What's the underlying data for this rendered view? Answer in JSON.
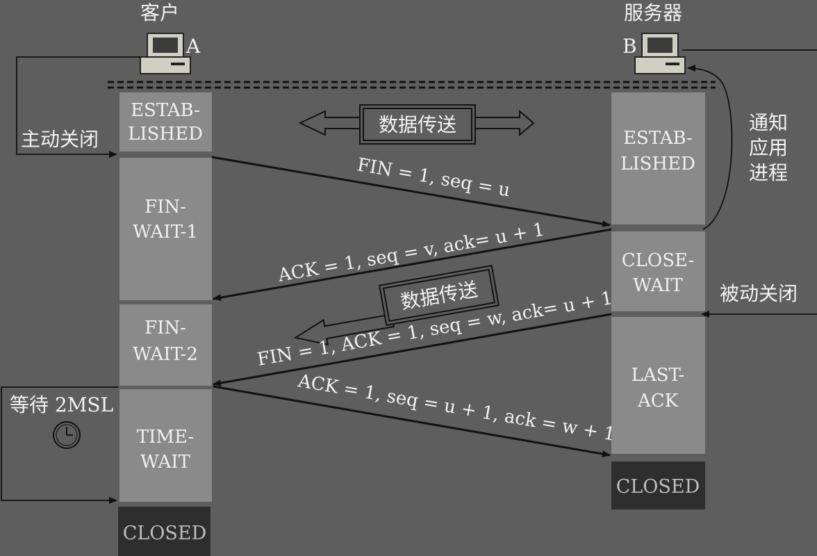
{
  "client": {
    "title": "客户",
    "letter": "A",
    "active_close": "主动关闭"
  },
  "server": {
    "title": "服务器",
    "letter": "B",
    "notify": [
      "通知",
      "应用",
      "进程"
    ],
    "passive_close": "被动关闭"
  },
  "data_transfer": "数据传送",
  "client_states": [
    [
      "ESTAB-",
      "LISHED"
    ],
    [
      "FIN-",
      "WAIT-1"
    ],
    [
      "FIN-",
      "WAIT-2"
    ],
    [
      "TIME-",
      "WAIT"
    ],
    [
      "CLOSED"
    ]
  ],
  "server_states": [
    [
      "ESTAB-",
      "LISHED"
    ],
    [
      "CLOSE-",
      "WAIT"
    ],
    [
      "LAST-",
      "ACK"
    ],
    [
      "CLOSED"
    ]
  ],
  "messages": [
    "FIN = 1, seq = u",
    "ACK = 1, seq = v, ack= u + 1",
    "FIN = 1, ACK = 1, seq = w, ack= u + 1",
    "ACK = 1, seq = u + 1, ack = w + 1"
  ],
  "wait": {
    "label": "等待 2MSL",
    "icon": "clock-icon"
  }
}
